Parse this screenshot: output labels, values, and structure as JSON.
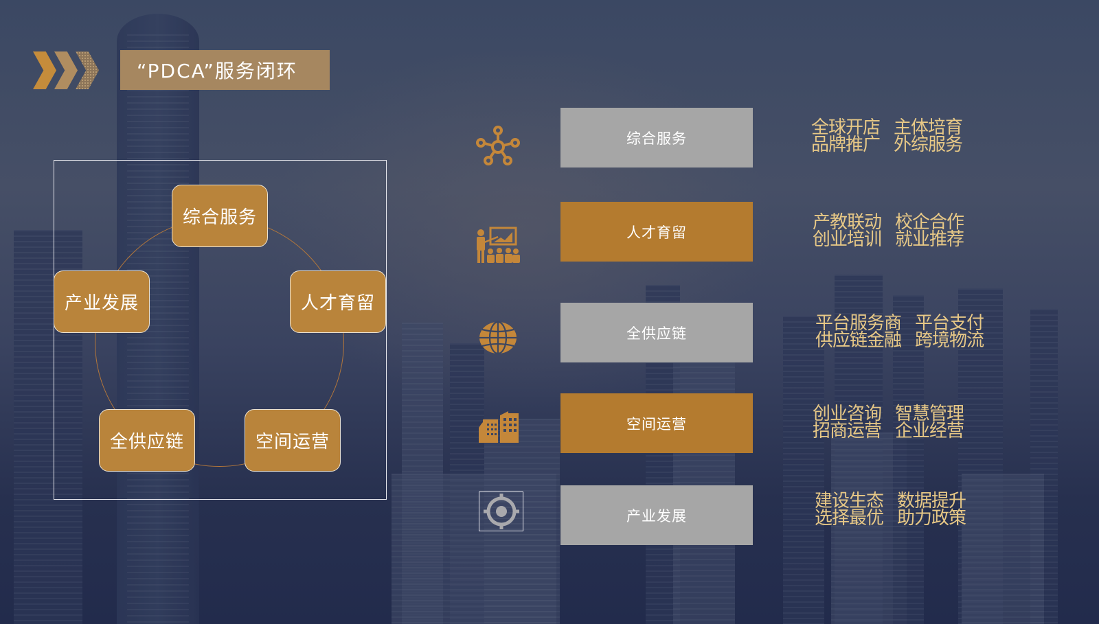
{
  "header": {
    "title": "“PDCA”服务闭环",
    "chevron_colors": [
      "#c58c3b",
      "#b08d60",
      "#8d7559"
    ]
  },
  "colors": {
    "gold": "#b47b2f",
    "node_gold": "#b9843b",
    "gray_box": "#a6a6a6",
    "desc_text": "#e7c886",
    "title_bg": "#a68760"
  },
  "cycle": {
    "nodes": [
      {
        "label": "综合服务"
      },
      {
        "label": "人才育留"
      },
      {
        "label": "空间运营"
      },
      {
        "label": "全供应链"
      },
      {
        "label": "产业发展"
      }
    ]
  },
  "services": [
    {
      "icon": "network-hub-icon",
      "label": "综合服务",
      "style": "gray",
      "details": [
        [
          "全球开店",
          "主体培育"
        ],
        [
          "品牌推广",
          "外综服务"
        ]
      ]
    },
    {
      "icon": "presentation-training-icon",
      "label": "人才育留",
      "style": "gold",
      "details": [
        [
          "产教联动",
          "校企合作"
        ],
        [
          "创业培训",
          "就业推荐"
        ]
      ]
    },
    {
      "icon": "globe-icon",
      "label": "全供应链",
      "style": "gray",
      "details": [
        [
          "平台服务商",
          "平台支付"
        ],
        [
          "供应链金融",
          "跨境物流"
        ]
      ]
    },
    {
      "icon": "buildings-icon",
      "label": "空间运营",
      "style": "gold",
      "details": [
        [
          "创业咨询",
          "智慧管理"
        ],
        [
          "招商运营",
          "企业经营"
        ]
      ]
    },
    {
      "icon": "target-crosshair-icon",
      "label": "产业发展",
      "style": "gray",
      "details": [
        [
          "建设生态",
          "数据提升"
        ],
        [
          "选择最优",
          "助力政策"
        ]
      ]
    }
  ]
}
